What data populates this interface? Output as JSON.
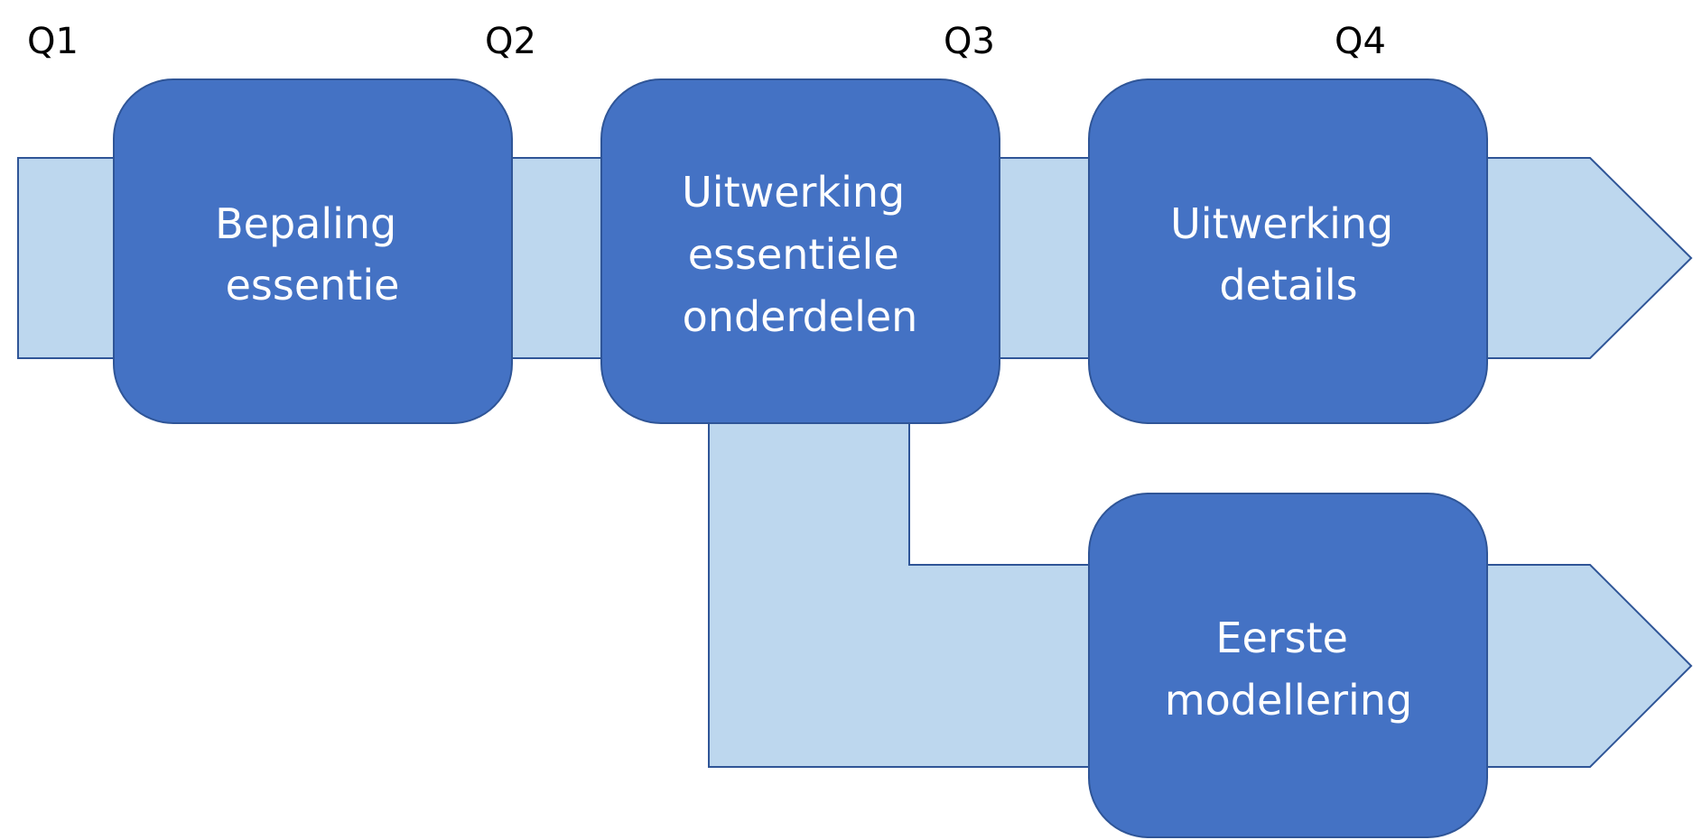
{
  "colors": {
    "arrow_fill": "#bdd7ee",
    "arrow_stroke": "#2f5597",
    "box_fill": "#4472c4",
    "box_stroke": "#2f5597",
    "box_text": "#ffffff",
    "quarter_text": "#000000"
  },
  "quarters": [
    "Q1",
    "Q2",
    "Q3",
    "Q4"
  ],
  "steps": [
    {
      "lines": [
        "Bepaling",
        "essentie"
      ]
    },
    {
      "lines": [
        "Uitwerking",
        "essentiële",
        "onderdelen"
      ]
    },
    {
      "lines": [
        "Uitwerking",
        "details"
      ]
    },
    {
      "lines": [
        "Eerste",
        "modellering"
      ]
    }
  ]
}
